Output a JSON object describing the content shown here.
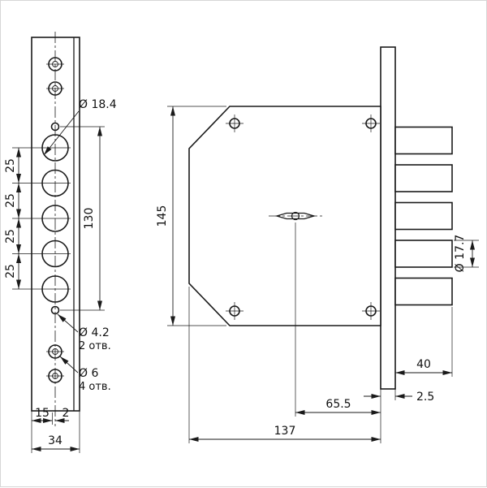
{
  "drawing": {
    "faceplate": {
      "dia_bolt_holes": "Ø 18.4",
      "pitch": [
        "25",
        "25",
        "25",
        "25"
      ],
      "holes_span": "130",
      "dia_pin": "Ø 4.2",
      "dia_pin_qty": "2 отв.",
      "dia_screw": "Ø 6",
      "dia_screw_qty": "4 отв.",
      "edge_offset": "15",
      "edge_offset2": "2",
      "width": "34"
    },
    "body": {
      "height": "145",
      "bolt_dia": "Ø 17.7",
      "bolt_throw": "40",
      "strip_thickness": "2.5",
      "backset": "65.5",
      "length": "137"
    }
  }
}
